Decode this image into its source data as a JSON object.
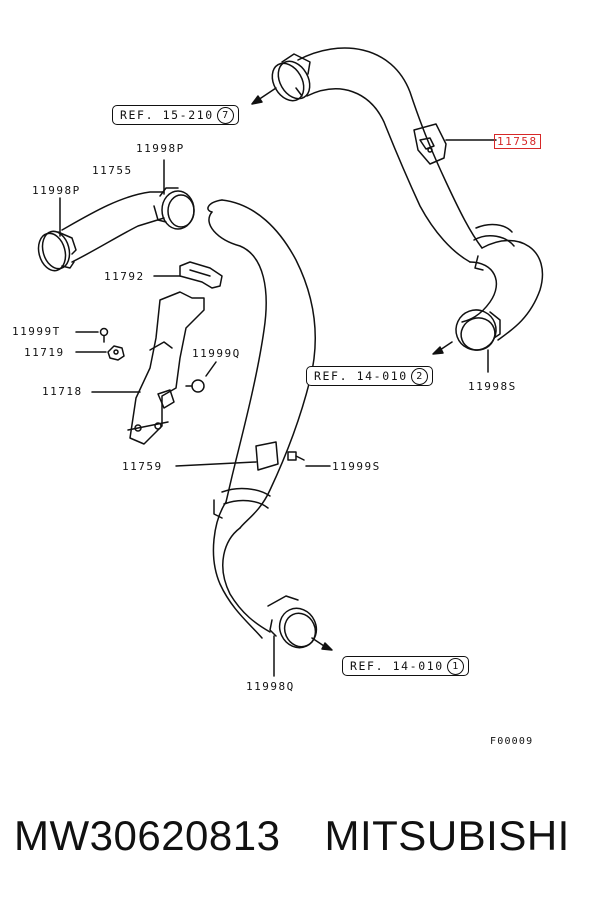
{
  "labels": {
    "p11758": "11758",
    "p11998P_a": "11998P",
    "p11755": "11755",
    "p11998P_b": "11998P",
    "p11792": "11792",
    "p11999T": "11999T",
    "p11719": "11719",
    "p11999Q": "11999Q",
    "p11718": "11718",
    "p11759": "11759",
    "p11999S": "11999S",
    "p11998S": "11998S",
    "p11998Q": "11998Q"
  },
  "refs": {
    "r1": {
      "text": "REF. 15-210",
      "num": "7"
    },
    "r2": {
      "text": "REF. 14-010",
      "num": "2"
    },
    "r3": {
      "text": "REF. 14-010",
      "num": "1"
    }
  },
  "figure_code": "F00009",
  "footer": {
    "part_number": "MW30620813",
    "brand": "MITSUBISHI"
  },
  "colors": {
    "line": "#111111",
    "highlight": "#d62828"
  }
}
